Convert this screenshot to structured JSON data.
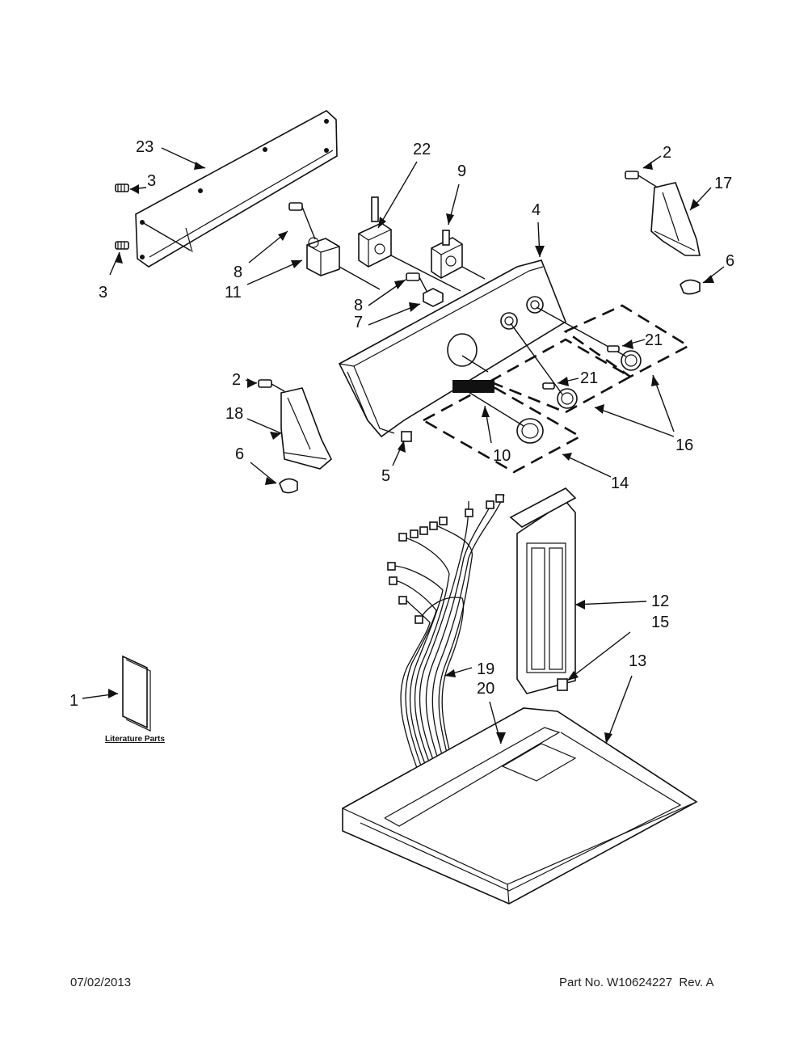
{
  "callouts": [
    {
      "n": "23"
    },
    {
      "n": "3"
    },
    {
      "n": "3"
    },
    {
      "n": "22"
    },
    {
      "n": "9"
    },
    {
      "n": "2"
    },
    {
      "n": "17"
    },
    {
      "n": "4"
    },
    {
      "n": "6"
    },
    {
      "n": "8"
    },
    {
      "n": "11"
    },
    {
      "n": "8"
    },
    {
      "n": "7"
    },
    {
      "n": "21"
    },
    {
      "n": "21"
    },
    {
      "n": "2"
    },
    {
      "n": "18"
    },
    {
      "n": "16"
    },
    {
      "n": "10"
    },
    {
      "n": "6"
    },
    {
      "n": "5"
    },
    {
      "n": "14"
    },
    {
      "n": "12"
    },
    {
      "n": "15"
    },
    {
      "n": "13"
    },
    {
      "n": "19"
    },
    {
      "n": "20"
    },
    {
      "n": "1"
    }
  ],
  "literature_label": "Literature Parts",
  "footer": {
    "date": "07/02/2013",
    "part_number": "Part No. W10624227  Rev. A"
  }
}
